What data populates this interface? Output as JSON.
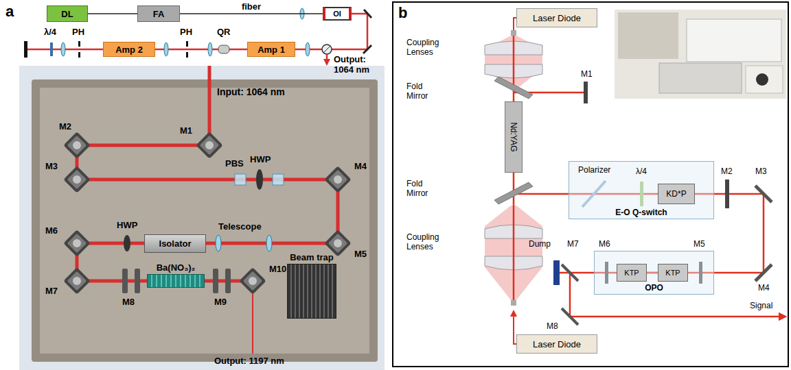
{
  "diagram": {
    "nodes": [
      {
        "text": [
          "DL"
        ]
      },
      {
        "text": [
          "FA"
        ]
      },
      {
        "text": [
          "OI"
        ]
      },
      {
        "text": [
          "Amp 2"
        ]
      },
      {
        "text": [
          "Amp 1"
        ]
      },
      {
        "text": [
          "Isolator"
        ]
      },
      {
        "text": [
          "Ba(NO₃)₂"
        ]
      },
      {
        "text": [
          "Beam trap"
        ]
      },
      {
        "text": [
          "Laser Diode"
        ]
      },
      {
        "text": [
          "Nd:YAG"
        ]
      },
      {
        "text": [
          "E-O Q-switch"
        ]
      },
      {
        "text": [
          "KD*P"
        ],
        "in": 10
      },
      {
        "text": [
          "OPO"
        ]
      },
      {
        "text": [
          "KTP"
        ],
        "in": 12
      },
      {
        "text": [
          "KTP"
        ],
        "in": 12
      },
      {
        "text": [
          "Laser Diode"
        ]
      }
    ],
    "edges": [
      {
        "from": 0,
        "to": 1,
        "arrow": "none"
      },
      {
        "from": 1,
        "to": 2,
        "label": "fiber",
        "arrow": "none"
      },
      {
        "from": 13,
        "to": 14,
        "arrow": "none"
      }
    ],
    "labels": [
      "a",
      "b",
      "λ/4",
      "PH",
      "PH",
      "QR",
      "Output: 1064 nm",
      "Input: 1064 nm",
      "M2",
      "M1",
      "M3",
      "PBS",
      "HWP",
      "M4",
      "M6",
      "HWP",
      "Telescope",
      "M5",
      "M7",
      "M8",
      "M9",
      "M10",
      "Output: 1197 nm",
      "Coupling Lenses",
      "M1",
      "Fold Mirror",
      "Fold Mirror",
      "Polarizer",
      "λ/4",
      "M2",
      "M3",
      "Coupling Lenses",
      "Dump",
      "M7",
      "M6",
      "M5",
      "M4",
      "M8",
      "Signal"
    ]
  }
}
